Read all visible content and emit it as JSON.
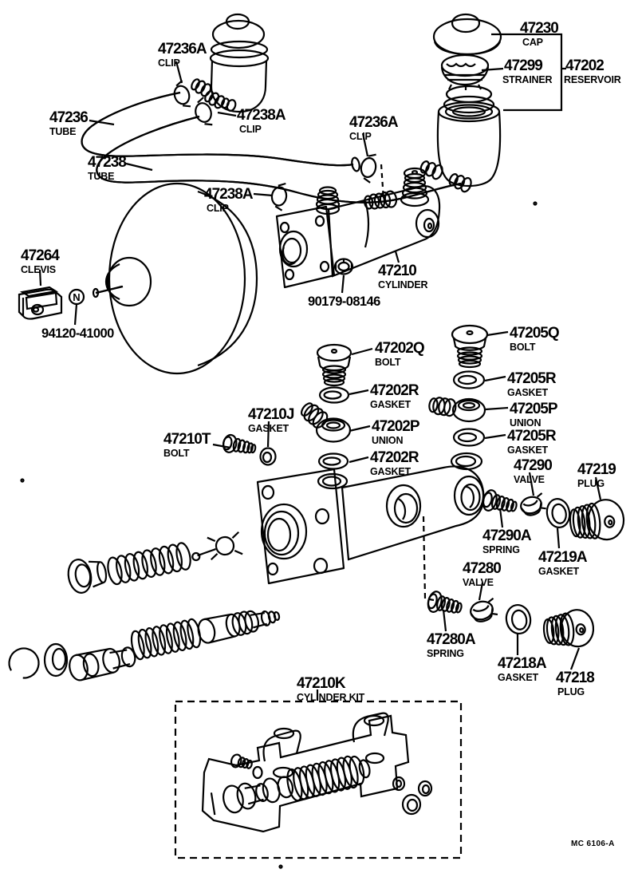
{
  "diagram": {
    "n_symbol": "N",
    "footer_code": "MC 6106-A",
    "labels": [
      {
        "number": "47230",
        "name": "CAP"
      },
      {
        "number": "47299",
        "name": "STRAINER"
      },
      {
        "number": "47202",
        "name": "RESERVOIR"
      },
      {
        "number": "47236A",
        "name": "CLIP"
      },
      {
        "number": "47236",
        "name": "TUBE"
      },
      {
        "number": "47238A",
        "name": "CLIP"
      },
      {
        "number": "47238",
        "name": "TUBE"
      },
      {
        "number": "47238A",
        "name": "CLIP"
      },
      {
        "number": "47236A",
        "name": "CLIP"
      },
      {
        "number": "47264",
        "name": "CLEVIS"
      },
      {
        "number": "94120-41000",
        "name": ""
      },
      {
        "number": "47210",
        "name": "CYLINDER"
      },
      {
        "number": "90179-08146",
        "name": ""
      },
      {
        "number": "47202Q",
        "name": "BOLT"
      },
      {
        "number": "47202R",
        "name": "GASKET"
      },
      {
        "number": "47210J",
        "name": "GASKET"
      },
      {
        "number": "47202P",
        "name": "UNION"
      },
      {
        "number": "47210T",
        "name": "BOLT"
      },
      {
        "number": "47202R",
        "name": "GASKET"
      },
      {
        "number": "47205Q",
        "name": "BOLT"
      },
      {
        "number": "47205R",
        "name": "GASKET"
      },
      {
        "number": "47205P",
        "name": "UNION"
      },
      {
        "number": "47205R",
        "name": "GASKET"
      },
      {
        "number": "47290",
        "name": "VALVE"
      },
      {
        "number": "47219",
        "name": "PLUG"
      },
      {
        "number": "47290A",
        "name": "SPRING"
      },
      {
        "number": "47219A",
        "name": "GASKET"
      },
      {
        "number": "47280",
        "name": "VALVE"
      },
      {
        "number": "47280A",
        "name": "SPRING"
      },
      {
        "number": "47218A",
        "name": "GASKET"
      },
      {
        "number": "47218",
        "name": "PLUG"
      },
      {
        "number": "47210K",
        "name": "CYLINDER KIT"
      }
    ]
  }
}
